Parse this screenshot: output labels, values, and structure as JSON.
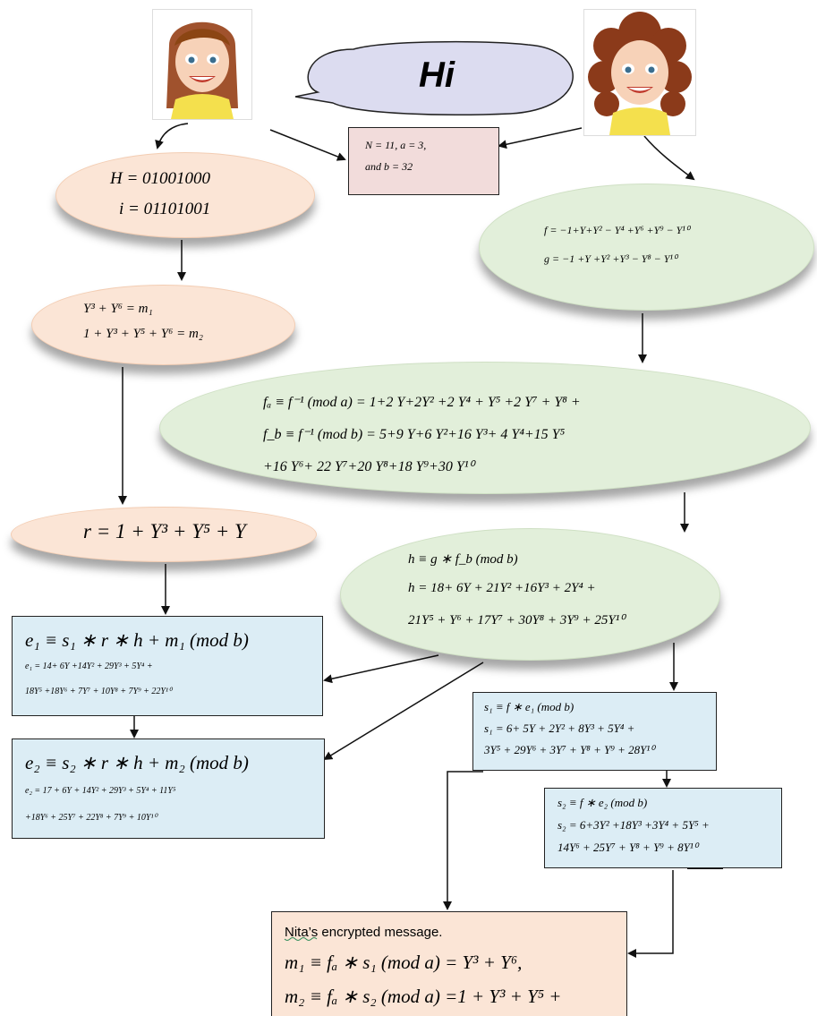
{
  "greeting": "Hi",
  "params": {
    "line1": "N = 11, a = 3,",
    "line2": "and  b = 32"
  },
  "ascii": {
    "h_line": "H  =  01001000",
    "i_line": "i  =  01101001"
  },
  "messages": {
    "m1": "Y³ + Y⁶ = m₁",
    "m2": "1 + Y³ + Y⁵ + Y⁶ = m₂"
  },
  "random_poly": "r = 1 + Y³ + Y⁵ + Y",
  "private_keys": {
    "f": "f = −1+Y+Y² − Y⁴ +Y⁶ +Y⁹ − Y¹⁰",
    "g": "g = −1 +Y +Y² +Y³ − Y⁸ − Y¹⁰"
  },
  "inverses": {
    "fa": "fₐ ≡ f⁻¹ (mod a)  = 1+2 Y+2Y² +2 Y⁴ + Y⁵ +2 Y⁷ + Y⁸ +",
    "fb": "f_b ≡ f⁻¹ (mod b) = 5+9 Y+6 Y²+16 Y³+ 4 Y⁴+15 Y⁵",
    "fb_cont": "+16 Y⁶+ 22 Y⁷+20 Y⁸+18 Y⁹+30 Y¹⁰"
  },
  "public_key": {
    "def": "h ≡ g ∗ f_b (mod b)",
    "line1": "h = 18+ 6Y + 21Y² +16Y³ + 2Y⁴ +",
    "line2": "21Y⁵ + Y⁶ + 17Y⁷ + 30Y⁸ + 3Y⁹ + 25Y¹⁰"
  },
  "enc1": {
    "def": "e₁ ≡ s₁ ∗ r ∗ h + m₁ (mod  b)",
    "line1": "e₁ = 14+ 6Y +14Y² + 29Y³ + 5Y⁴ +",
    "line2": "18Y⁵ +18Y⁶ + 7Y⁷ + 10Y⁸ + 7Y⁹ + 22Y¹⁰"
  },
  "enc2": {
    "def": "e₂ ≡ s₂ ∗ r ∗ h + m₂ (mod b)",
    "line1": "e₂ = 17 + 6Y + 14Y² + 29Y³ + 5Y⁴ + 11Y⁵",
    "line2": "+18Y⁶ + 25Y⁷ + 22Y⁸ + 7Y⁹ + 10Y¹⁰"
  },
  "s1": {
    "def": "s₁ ≡ f ∗ e₁ (mod b)",
    "line1": "s₁ = 6+ 5Y + 2Y² + 8Y³ + 5Y⁴ +",
    "line2": "3Y⁵ + 29Y⁶ + 3Y⁷ + Y⁸ + Y⁹ + 28Y¹⁰"
  },
  "s2": {
    "def": "s₂ ≡ f ∗ e₂ (mod b)",
    "line1": "s₂ = 6+3Y² +18Y³ +3Y⁴ + 5Y⁵ +",
    "line2": "14Y⁶ + 25Y⁷ + Y⁸ + Y⁹ + 8Y¹⁰"
  },
  "result": {
    "title": "Nita’s encrypted message.",
    "m1": "m₁ ≡ fₐ ∗ s₁ (mod a) = Y³ + Y⁶,",
    "m2": "m₂ ≡ fₐ ∗ s₂ (mod a) =1 + Y³ + Y⁵ +"
  },
  "colors": {
    "peach": "#fbe5d6",
    "green": "#e2efda",
    "blue": "#dcedf5",
    "pink": "#f2dcdb",
    "bubble": "#dcdcf0"
  }
}
